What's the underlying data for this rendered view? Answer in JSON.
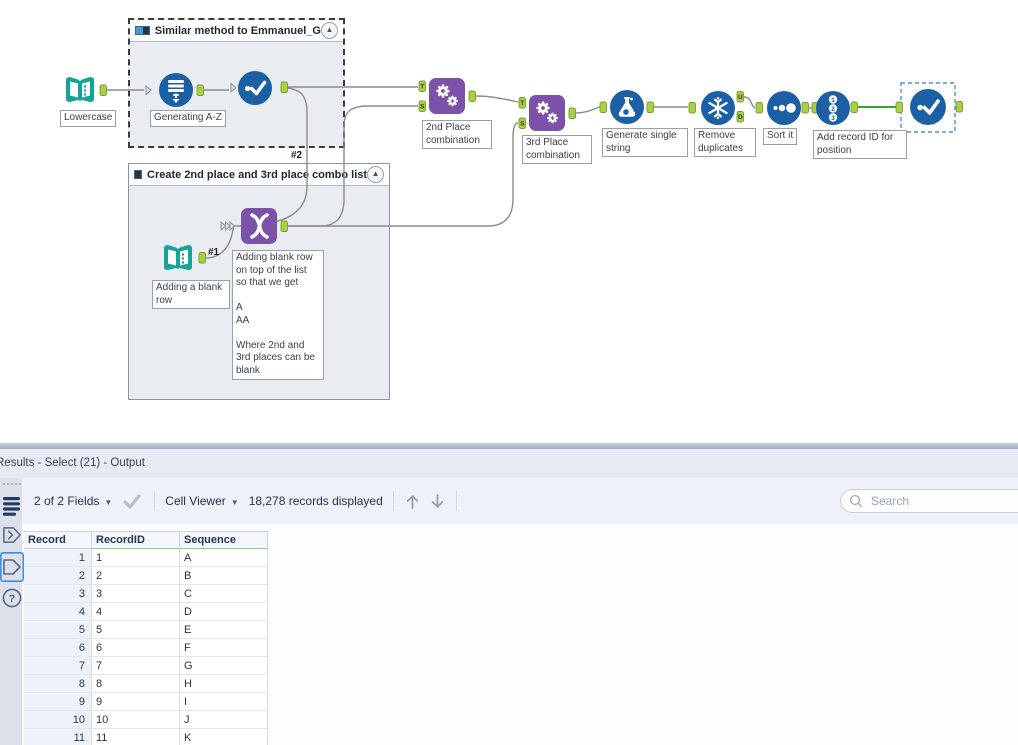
{
  "colors": {
    "tool_blue": "#1b5fa5",
    "tool_purple": "#7b52a8",
    "tool_teal": "#17a398",
    "anchor_green": "#a8cf45",
    "selected_wire_green": "#36a23c",
    "selection_blue": "#4a90d9",
    "header_underline_green": "#7fd878"
  },
  "canvas": {
    "container1_title": "Similar method to Emmanuel_G",
    "container2_title": "Create 2nd place and 3rd place combo list",
    "tool_labels": {
      "lowercase": "Lowercase",
      "generate_rows": "Generating A-Z",
      "text_input2": "Adding a blank\nrow",
      "union_annotation": "Adding blank row\non top of the list\nso that we get\n\nA\nAA\n\nWhere 2nd and\n3rd places can be\nblank",
      "append_2nd": "2nd Place\ncombination",
      "append_3rd": "3rd Place\ncombination",
      "formula": "Generate single\nstring",
      "unique": "Remove\nduplicates",
      "sort": "Sort it",
      "record_id": "Add record ID for\nposition"
    },
    "connection_labels": {
      "c1": "#1",
      "c2": "#2"
    },
    "anchor_letters": {
      "t": "T",
      "s": "S",
      "u": "U",
      "d": "D"
    }
  },
  "results": {
    "title": "Results - Select (21) - Output",
    "toolbar": {
      "fields_selector": "2 of 2 Fields",
      "cell_viewer": "Cell Viewer",
      "records_displayed": "18,278 records displayed",
      "search_placeholder": "Search"
    },
    "table": {
      "columns": [
        "Record",
        "RecordID",
        "Sequence"
      ],
      "rows": [
        [
          "1",
          "1",
          "A"
        ],
        [
          "2",
          "2",
          "B"
        ],
        [
          "3",
          "3",
          "C"
        ],
        [
          "4",
          "4",
          "D"
        ],
        [
          "5",
          "5",
          "E"
        ],
        [
          "6",
          "6",
          "F"
        ],
        [
          "7",
          "7",
          "G"
        ],
        [
          "8",
          "8",
          "H"
        ],
        [
          "9",
          "9",
          "I"
        ],
        [
          "10",
          "10",
          "J"
        ],
        [
          "11",
          "11",
          "K"
        ]
      ]
    }
  }
}
